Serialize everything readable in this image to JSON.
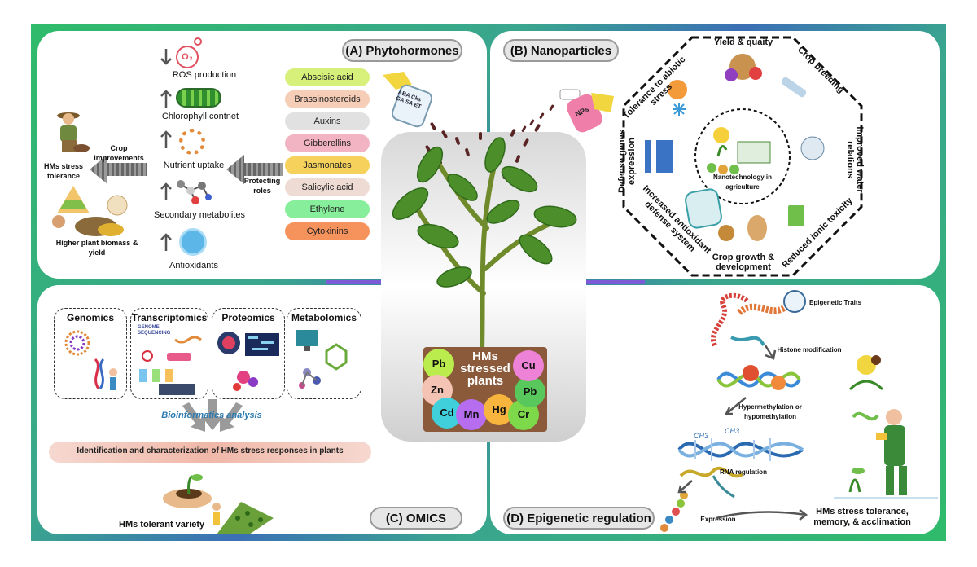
{
  "panels": {
    "a_title": "(A) Phytohormones",
    "b_title": "(B) Nanoparticles",
    "c_title": "(C) OMICS",
    "d_title": "(D) Epigenetic regulation"
  },
  "phytohormones": {
    "o3": "O₃",
    "ros": "ROS production",
    "chlorophyll": "Chlorophyll contnet",
    "nutrient": "Nutrient uptake",
    "secondary": "Secondary metabolites",
    "antioxidants": "Antioxidants",
    "crop_improvements": "Crop improvements",
    "protecting_roles": "Protecting roles",
    "hms_stress_tolerance": "HMs stress tolerance",
    "higher_biomass": "Higher plant biomass & yield",
    "spray_labels": [
      "ABA",
      "Cks",
      "GA",
      "SA",
      "ET"
    ],
    "hormones": [
      {
        "name": "Abscisic acid",
        "color": "#d6f07a"
      },
      {
        "name": "Brassinosteroids",
        "color": "#f6cdb6"
      },
      {
        "name": "Auxins",
        "color": "#e1e1e1"
      },
      {
        "name": "Gibberellins",
        "color": "#f2b4c2"
      },
      {
        "name": "Jasmonates",
        "color": "#f6d25d"
      },
      {
        "name": "Salicylic acid",
        "color": "#eedcd4"
      },
      {
        "name": "Ethylene",
        "color": "#87ef9c"
      },
      {
        "name": "Cytokinins",
        "color": "#f6935c"
      }
    ]
  },
  "nanoparticles": {
    "sprayer": "NPs",
    "center": "Nanotechnology in agriculture",
    "segments": [
      "Yield & quaity",
      "Crop breeding",
      "Improved water relations",
      "Reduced ionic toxicity",
      "Crop growth & development",
      "Increased antioxidant defense system",
      "Defense genes expression",
      "Tolerance to abiotic stress"
    ]
  },
  "center": {
    "title": "HMs stressed plants",
    "metals": [
      {
        "symbol": "Pb",
        "color": "#b9ec4c"
      },
      {
        "symbol": "Zn",
        "color": "#f4c3b3"
      },
      {
        "symbol": "Cd",
        "color": "#3fd0dc"
      },
      {
        "symbol": "Mn",
        "color": "#b76df0"
      },
      {
        "symbol": "Hg",
        "color": "#f8b53e"
      },
      {
        "symbol": "Cr",
        "color": "#7dd84a"
      },
      {
        "symbol": "Pb",
        "color": "#58c85c"
      },
      {
        "symbol": "Cu",
        "color": "#ee82d6"
      }
    ]
  },
  "omics": {
    "genomics": "Genomics",
    "transcriptomics": "Transcriptomics",
    "proteomics": "Proteomics",
    "metabolomics": "Metabolomics",
    "genome_seq": "GENOME SEQUENCING",
    "bioinformatics": "Bioinformatics analysis",
    "identification": "Identification and characterization of HMs stress responses in plants",
    "tolerant_variety": "HMs tolerant variety"
  },
  "epigenetic": {
    "traits": "Epigenetic Traits",
    "histone": "Histone modification",
    "hyper": "Hypermethylation or hypomethylation",
    "ch3": "CH3",
    "rna": "RNA regulation",
    "expression": "Expression",
    "outcome": "HMs stress tolerance, memory, & acclimation"
  },
  "colors": {
    "frame_green": "#2fbb6a",
    "frame_blue": "#3b6fb6",
    "accent_violet": "#7b5cd6"
  }
}
